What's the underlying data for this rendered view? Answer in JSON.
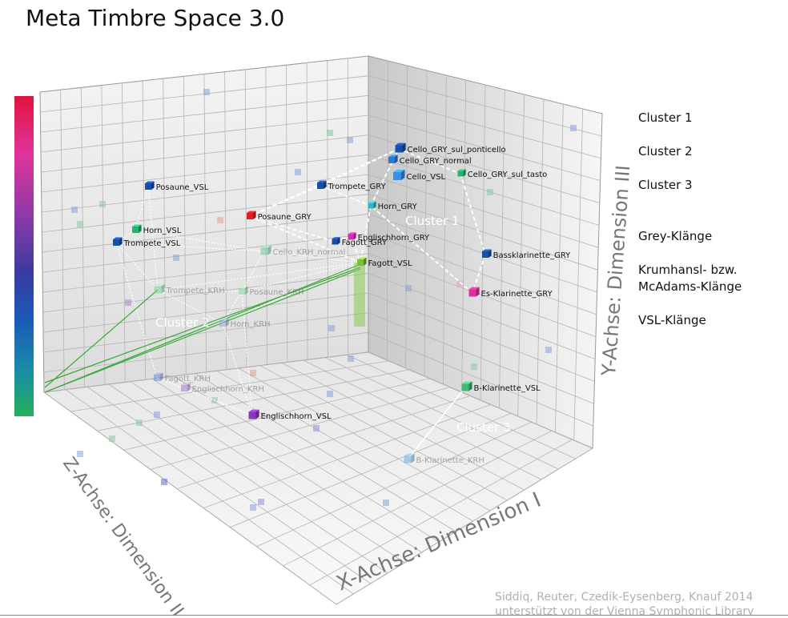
{
  "title": "Meta Timbre Space 3.0",
  "legend": {
    "cluster1": "Cluster 1",
    "cluster2": "Cluster 2",
    "cluster3": "Cluster 3",
    "grey": "Grey-Klänge",
    "krumhansl_line1": "Krumhansl- bzw.",
    "krumhansl_line2": "McAdams-Klänge",
    "vsl": "VSL-Klänge"
  },
  "credit": {
    "line1": "Siddiq, Reuter, Czedik-Eysenberg, Knauf 2014",
    "line2": "unterstützt von der Vienna Symphonic Library"
  },
  "colors": {
    "colorbar": [
      "#e0143c",
      "#e0349a",
      "#8a3aa8",
      "#3a3aa0",
      "#1a5ab8",
      "#1a8aa8",
      "#22b05a"
    ],
    "grey_sound": "#1a50b0",
    "vsl_sound": "#3a8ee8"
  },
  "chart_data": {
    "type": "scatter",
    "title": "Meta Timbre Space 3.0",
    "xlabel": "X-Achse: Dimension I",
    "ylabel": "Y-Achse: Dimension III",
    "zlabel": "Z-Achse: Dimension II",
    "cluster_labels": [
      "Cluster 1",
      "Cluster 2",
      "Cluster 3"
    ],
    "points": [
      {
        "label": "Cello_GRY_sul_ponticello",
        "color": "#1650a8"
      },
      {
        "label": "Cello_GRY_normal",
        "color": "#2a78d8"
      },
      {
        "label": "Cello_VSL",
        "color": "#3a90e8"
      },
      {
        "label": "Cello_GRY_sul_tasto",
        "color": "#2ab070"
      },
      {
        "label": "Trompete_GRY",
        "color": "#1650a8"
      },
      {
        "label": "Horn_GRY",
        "color": "#2ab8c8"
      },
      {
        "label": "Posaune_GRY",
        "color": "#e02020"
      },
      {
        "label": "Englischhorn_GRY",
        "color": "#d030b0"
      },
      {
        "label": "Fagott_GRY",
        "color": "#1650a8"
      },
      {
        "label": "Fagott_VSL",
        "color": "#7ac03a"
      },
      {
        "label": "Bassklarinette_GRY",
        "color": "#1650a8"
      },
      {
        "label": "Es-Klarinette_GRY",
        "color": "#e0309a"
      },
      {
        "label": "Posaune_VSL",
        "color": "#1650a8"
      },
      {
        "label": "Horn_VSL",
        "color": "#2ab070"
      },
      {
        "label": "Trompete_VSL",
        "color": "#1650a8"
      },
      {
        "label": "Cello_KRH_normal",
        "color": "#6ac89a"
      },
      {
        "label": "Trompete_KRH",
        "color": "#7ad49a"
      },
      {
        "label": "Posaune_KRH",
        "color": "#8ad4a0"
      },
      {
        "label": "Horn_KRH",
        "color": "#9aaad8"
      },
      {
        "label": "Fagott_KRH",
        "color": "#6a8ad8"
      },
      {
        "label": "Englischhorn_KRH",
        "color": "#a07ad0"
      },
      {
        "label": "Englischhorn_VSL",
        "color": "#8a3ab8"
      },
      {
        "label": "B-Klarinette_VSL",
        "color": "#40b878"
      },
      {
        "label": "B-Klarinette_KRH",
        "color": "#6aaae0"
      }
    ]
  }
}
